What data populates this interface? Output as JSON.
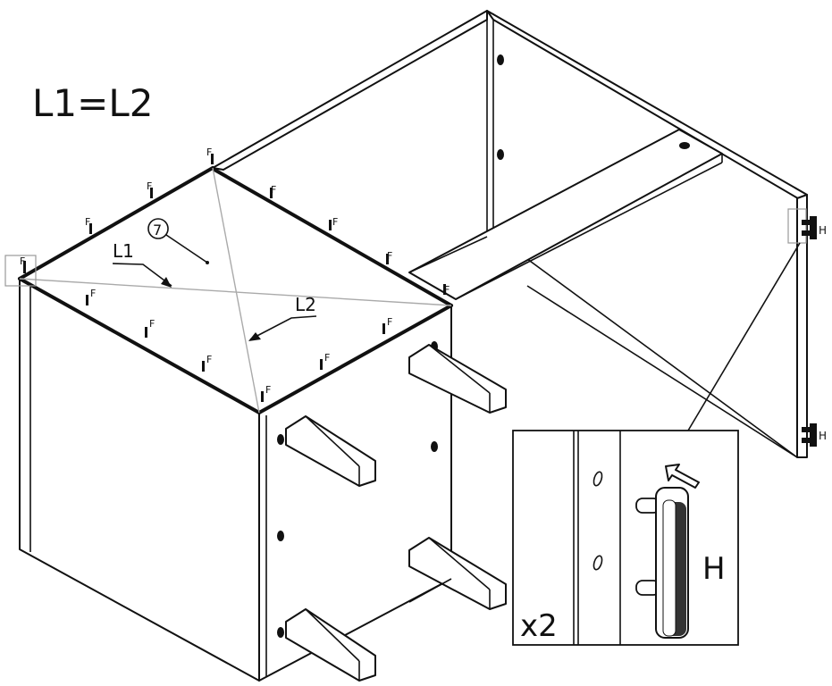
{
  "equation": "L1=L2",
  "labels": {
    "l1": "L1",
    "l2": "L2",
    "step_number": "7",
    "fastener": "F",
    "hinge": "H",
    "quantity": "x2"
  }
}
